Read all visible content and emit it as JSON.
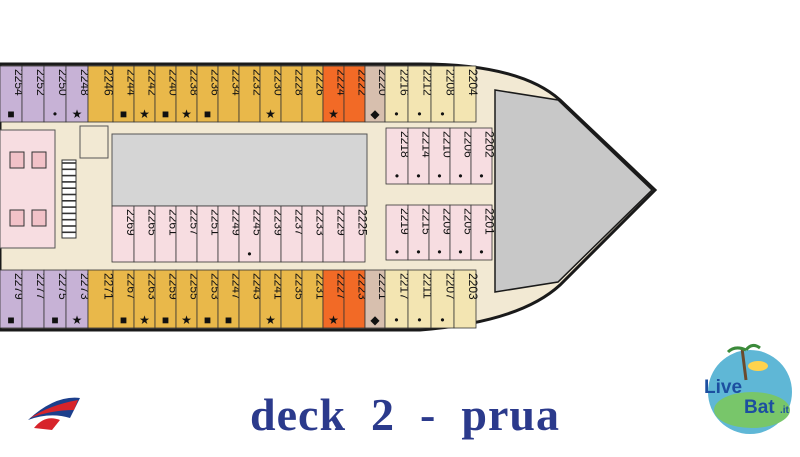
{
  "title": "deck  2  -  prua",
  "brand": {
    "logo_text_1": "Live",
    "logo_text_2": "Bat",
    "logo_suffix": ".it"
  },
  "colors": {
    "hull": "#1a1a1a",
    "bow": "#c8c8c8",
    "corridor": "#f2e9d3",
    "gold": "#e9b84a",
    "orange": "#f26a26",
    "purple": "#c7b2d6",
    "pink": "#f2c2c8",
    "cream": "#f3e5b2",
    "mauve": "#d7bfae",
    "lightpink": "#f7dde1",
    "gray": "#d5d5d5",
    "title": "#2b3a8c",
    "carnival_red": "#d7242b",
    "carnival_blue": "#1c3f8c"
  },
  "cabins": {
    "top_row": [
      {
        "num": "2254",
        "sym": "■",
        "color": "purple"
      },
      {
        "num": "2252",
        "sym": "",
        "color": "purple"
      },
      {
        "num": "2250",
        "sym": "•",
        "color": "purple"
      },
      {
        "num": "2248",
        "sym": "★",
        "color": "purple"
      },
      {
        "num": "2246",
        "sym": "",
        "color": "gold"
      },
      {
        "num": "2244",
        "sym": "■",
        "color": "gold"
      },
      {
        "num": "2242",
        "sym": "★",
        "color": "gold"
      },
      {
        "num": "2240",
        "sym": "■",
        "color": "gold"
      },
      {
        "num": "2238",
        "sym": "★",
        "color": "gold"
      },
      {
        "num": "2236",
        "sym": "■",
        "color": "gold"
      },
      {
        "num": "2234",
        "sym": "",
        "color": "gold"
      },
      {
        "num": "2232",
        "sym": "",
        "color": "gold"
      },
      {
        "num": "2230",
        "sym": "★",
        "color": "gold"
      },
      {
        "num": "2228",
        "sym": "",
        "color": "gold"
      },
      {
        "num": "2226",
        "sym": "",
        "color": "gold"
      },
      {
        "num": "2224",
        "sym": "★",
        "color": "orange"
      },
      {
        "num": "2222",
        "sym": "",
        "color": "orange"
      },
      {
        "num": "2220",
        "sym": "◆",
        "color": "mauve"
      },
      {
        "num": "2216",
        "sym": "•",
        "color": "cream"
      },
      {
        "num": "2212",
        "sym": "•",
        "color": "cream"
      },
      {
        "num": "2208",
        "sym": "•",
        "color": "cream"
      },
      {
        "num": "2204",
        "sym": "",
        "color": "cream"
      }
    ],
    "bottom_row": [
      {
        "num": "2279",
        "sym": "■",
        "color": "purple"
      },
      {
        "num": "2277",
        "sym": "",
        "color": "purple"
      },
      {
        "num": "2275",
        "sym": "■",
        "color": "purple"
      },
      {
        "num": "2273",
        "sym": "★",
        "color": "purple"
      },
      {
        "num": "2271",
        "sym": "",
        "color": "gold"
      },
      {
        "num": "2267",
        "sym": "■",
        "color": "gold"
      },
      {
        "num": "2263",
        "sym": "★",
        "color": "gold"
      },
      {
        "num": "2259",
        "sym": "■",
        "color": "gold"
      },
      {
        "num": "2255",
        "sym": "★",
        "color": "gold"
      },
      {
        "num": "2253",
        "sym": "■",
        "color": "gold"
      },
      {
        "num": "2247",
        "sym": "■",
        "color": "gold"
      },
      {
        "num": "2243",
        "sym": "",
        "color": "gold"
      },
      {
        "num": "2241",
        "sym": "★",
        "color": "gold"
      },
      {
        "num": "2235",
        "sym": "",
        "color": "gold"
      },
      {
        "num": "2231",
        "sym": "",
        "color": "gold"
      },
      {
        "num": "2227",
        "sym": "★",
        "color": "orange"
      },
      {
        "num": "2223",
        "sym": "",
        "color": "orange"
      },
      {
        "num": "2221",
        "sym": "◆",
        "color": "mauve"
      },
      {
        "num": "2217",
        "sym": "•",
        "color": "cream"
      },
      {
        "num": "2211",
        "sym": "•",
        "color": "cream"
      },
      {
        "num": "2207",
        "sym": "•",
        "color": "cream"
      },
      {
        "num": "2203",
        "sym": "",
        "color": "cream"
      }
    ],
    "inner_upper": [
      {
        "num": "2218",
        "sym": "•"
      },
      {
        "num": "2214",
        "sym": "•"
      },
      {
        "num": "2210",
        "sym": "•"
      },
      {
        "num": "2206",
        "sym": "•"
      },
      {
        "num": "2202",
        "sym": "•"
      }
    ],
    "inner_lower": [
      {
        "num": "2219",
        "sym": "•"
      },
      {
        "num": "2215",
        "sym": "•"
      },
      {
        "num": "2209",
        "sym": "•"
      },
      {
        "num": "2205",
        "sym": "•"
      },
      {
        "num": "2201",
        "sym": "•"
      }
    ],
    "inner_mid": [
      {
        "num": "2269",
        "sym": ""
      },
      {
        "num": "2265",
        "sym": ""
      },
      {
        "num": "2261",
        "sym": ""
      },
      {
        "num": "2257",
        "sym": ""
      },
      {
        "num": "2251",
        "sym": ""
      },
      {
        "num": "2249",
        "sym": ""
      },
      {
        "num": "2245",
        "sym": "•"
      },
      {
        "num": "2239",
        "sym": ""
      },
      {
        "num": "2237",
        "sym": ""
      },
      {
        "num": "2233",
        "sym": ""
      },
      {
        "num": "2229",
        "sym": ""
      },
      {
        "num": "2225",
        "sym": ""
      }
    ]
  }
}
